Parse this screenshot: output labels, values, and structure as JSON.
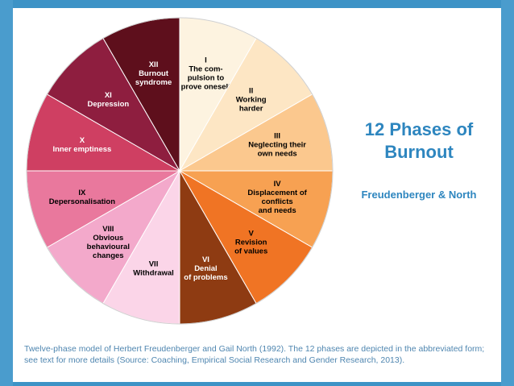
{
  "title": "12 Phases of Burnout",
  "subtitle": "Freudenberger & North",
  "caption": "Twelve-phase model of Herbert Freudenberger and Gail North (1992). The 12 phases are depicted in the abbreviated form; see text for more details (Source: Coaching, Empirical Social Research and Gender Research, 2013).",
  "phases": [
    {
      "num": "I",
      "lines": [
        "The com-",
        "pulsion to",
        "prove oneself"
      ],
      "color": "#fdf3e0",
      "text_color": "#000000"
    },
    {
      "num": "II",
      "lines": [
        "Working",
        "harder"
      ],
      "color": "#fde6c4",
      "text_color": "#000000"
    },
    {
      "num": "III",
      "lines": [
        "Neglecting their",
        "own needs"
      ],
      "color": "#fbc88e",
      "text_color": "#000000"
    },
    {
      "num": "IV",
      "lines": [
        "Displacement of",
        "conflicts",
        "and needs"
      ],
      "color": "#f7a152",
      "text_color": "#000000"
    },
    {
      "num": "V",
      "lines": [
        "Revision",
        "of values"
      ],
      "color": "#f07424",
      "text_color": "#000000"
    },
    {
      "num": "VI",
      "lines": [
        "Denial",
        "of problems"
      ],
      "color": "#8e3b12",
      "text_color": "#ffffff"
    },
    {
      "num": "VII",
      "lines": [
        "Withdrawal"
      ],
      "color": "#fbd5e8",
      "text_color": "#000000"
    },
    {
      "num": "VIII",
      "lines": [
        "Obvious",
        "behavioural",
        "changes"
      ],
      "color": "#f3a9cb",
      "text_color": "#000000"
    },
    {
      "num": "IX",
      "lines": [
        "Depersonalisation"
      ],
      "color": "#e9789d",
      "text_color": "#000000"
    },
    {
      "num": "X",
      "lines": [
        "Inner emptiness"
      ],
      "color": "#cf3f62",
      "text_color": "#ffffff"
    },
    {
      "num": "XI",
      "lines": [
        "Depression"
      ],
      "color": "#8e1e3f",
      "text_color": "#ffffff"
    },
    {
      "num": "XII",
      "lines": [
        "Burnout",
        "syndrome"
      ],
      "color": "#5e0f1c",
      "text_color": "#ffffff"
    }
  ]
}
